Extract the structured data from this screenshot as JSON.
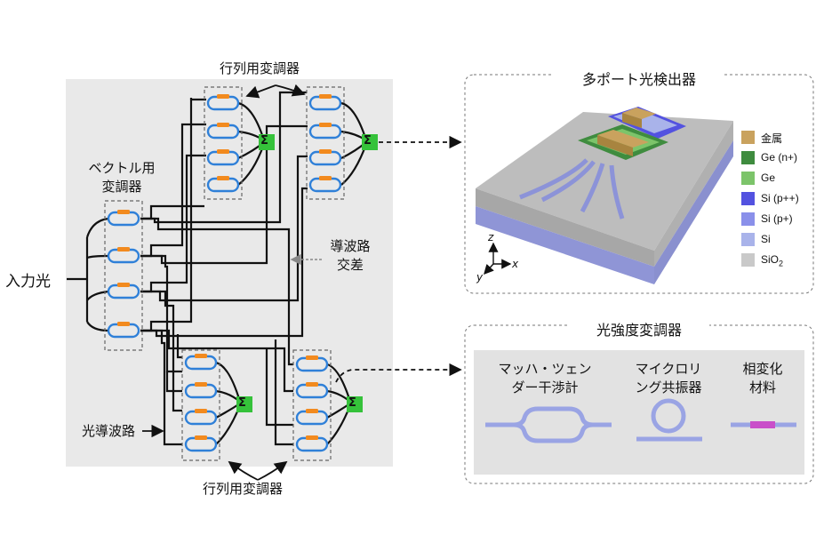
{
  "left_panel": {
    "input_label": "入力光",
    "vector_modulator_label": [
      "ベクトル用",
      "変調器"
    ],
    "matrix_modulator_top": "行列用変調器",
    "matrix_modulator_bottom": "行列用変調器",
    "crossing_label": [
      "導波路",
      "交差"
    ],
    "waveguide_label": "光導波路",
    "sum_symbol": "Σ"
  },
  "detector_panel": {
    "title": "多ポート光検出器",
    "axes": {
      "z": "z",
      "x": "x",
      "y": "y"
    },
    "legend": [
      {
        "label": "金属",
        "color": "#c9a25e"
      },
      {
        "label": "Ge (n+)",
        "color": "#3f8c3f"
      },
      {
        "label": "Ge",
        "color": "#7cc46a"
      },
      {
        "label": "Si (p++)",
        "color": "#5352e0"
      },
      {
        "label": "Si (p+)",
        "color": "#8a90ea"
      },
      {
        "label": "Si",
        "color": "#a9b3ea"
      },
      {
        "label": "SiO",
        "sub": "2",
        "color": "#c9c9c9"
      }
    ]
  },
  "intensity_panel": {
    "title": "光強度変調器",
    "items": [
      {
        "line1": "マッハ・ツェン",
        "line2": "ダー干渉計"
      },
      {
        "line1": "マイクロリ",
        "line2": "ング共振器"
      },
      {
        "line1": "相変化",
        "line2": "材料"
      }
    ]
  },
  "colors": {
    "panel_bg": "#e9e9e9",
    "waveguide_blue": "#2f80d8",
    "heater_orange": "#f28a1e",
    "sum_green": "#35c23a",
    "phase_change_pink": "#c94fc9"
  }
}
